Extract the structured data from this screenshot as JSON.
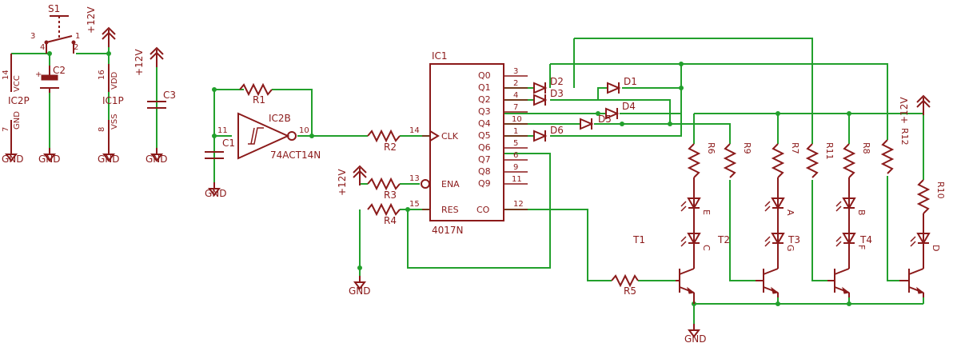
{
  "switch": {
    "name": "S1",
    "pins": [
      "3",
      "4",
      "1",
      "2"
    ]
  },
  "supply": "+12V",
  "ground": "GND",
  "ic_power": [
    {
      "name": "IC2P",
      "vcc_pin": "14",
      "vcc": "VCC",
      "gnd_pin": "7",
      "gnd": "GND"
    },
    {
      "name": "IC1P",
      "vdd_pin": "16",
      "vdd": "VDD",
      "vss_pin": "8",
      "vss": "VSS"
    }
  ],
  "capacitors": {
    "c1": "C1",
    "c2": "C2",
    "c3": "C3"
  },
  "inverter": {
    "name": "IC2B",
    "part": "74ACT14N",
    "pin_in": "11",
    "pin_out": "10"
  },
  "resistors": {
    "r1": "R1",
    "r2": "R2",
    "r3": "R3",
    "r4": "R4",
    "r5": "R5",
    "r6": "R6",
    "r7": "R7",
    "r8": "R8",
    "r9": "R9",
    "r10": "R10",
    "r11": "R11",
    "r12": "R12"
  },
  "counter": {
    "name": "IC1",
    "part": "4017N",
    "clk": "CLK",
    "clk_pin": "14",
    "ena": "ENA",
    "ena_pin": "13",
    "res": "RES",
    "res_pin": "15",
    "co": "CO",
    "co_pin": "12",
    "outputs": [
      {
        "name": "Q0",
        "pin": "3"
      },
      {
        "name": "Q1",
        "pin": "2"
      },
      {
        "name": "Q2",
        "pin": "4"
      },
      {
        "name": "Q3",
        "pin": "7"
      },
      {
        "name": "Q4",
        "pin": "10"
      },
      {
        "name": "Q5",
        "pin": "1"
      },
      {
        "name": "Q6",
        "pin": "5"
      },
      {
        "name": "Q7",
        "pin": "6"
      },
      {
        "name": "Q8",
        "pin": "9"
      },
      {
        "name": "Q9",
        "pin": "11"
      }
    ]
  },
  "diodes": {
    "d1": "D1",
    "d2": "D2",
    "d3": "D3",
    "d4": "D4",
    "d5": "D5",
    "d6": "D6"
  },
  "transistors": {
    "t1": "T1",
    "t2": "T2",
    "t3": "T3",
    "t4": "T4"
  },
  "leds": {
    "a": "A",
    "b": "B",
    "c": "C",
    "d": "D",
    "e": "E",
    "f": "F",
    "g": "G"
  }
}
